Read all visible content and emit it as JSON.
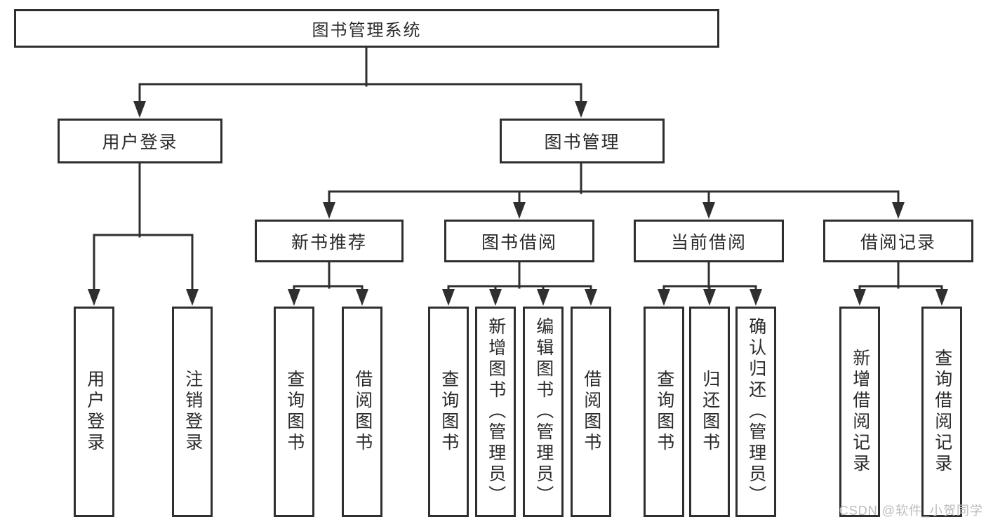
{
  "diagram": {
    "title_note": "functional structure chart",
    "root": "图书管理系统",
    "level2": [
      "用户登录",
      "图书管理"
    ],
    "level3": [
      "新书推荐",
      "图书借阅",
      "当前借阅",
      "借阅记录"
    ],
    "leaves": {
      "user_login": [
        "用户登录",
        "注销登录"
      ],
      "new_book": [
        "查询图书",
        "借阅图书"
      ],
      "book_borrow": [
        "查询图书",
        "新增图书（管理员）",
        "编辑图书（管理员）",
        "借阅图书"
      ],
      "current_borrow": [
        "查询图书",
        "归还图书",
        "确认归还（管理员）"
      ],
      "borrow_records": [
        "新增借阅记录",
        "查询借阅记录"
      ]
    },
    "line_color": "#2f2f2f",
    "box_background": "#ffffff",
    "text_color": "#2a2a2a"
  },
  "watermark": {
    "text": "CSDN @软件_小贺同学",
    "color": "#bcbcbc"
  }
}
